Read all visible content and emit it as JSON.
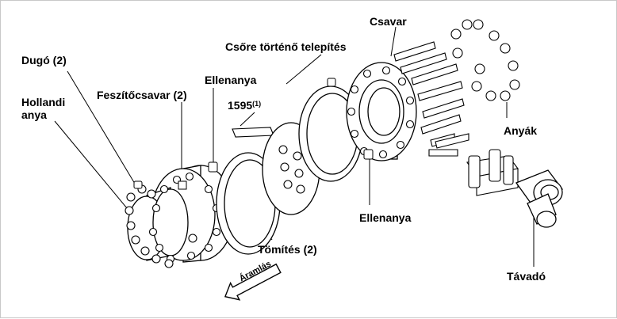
{
  "labels": {
    "csavar": "Csavar",
    "csore": "Csőre történő telepítés",
    "dugo": "Dugó (2)",
    "ellenanya_top": "Ellenanya",
    "feszito": "Feszítőcsavar (2)",
    "hollandi_1": "Hollandi",
    "hollandi_2": "anya",
    "part_num": "1595",
    "part_sup": "(1)",
    "anyak": "Anyák",
    "ellenanya_bottom": "Ellenanya",
    "tomites": "Tömítés (2)",
    "tavado": "Távadó",
    "aramlas": "Áramlás"
  },
  "colors": {
    "line": "#000000",
    "fill": "#ffffff",
    "frame": "#c8c8c8"
  }
}
